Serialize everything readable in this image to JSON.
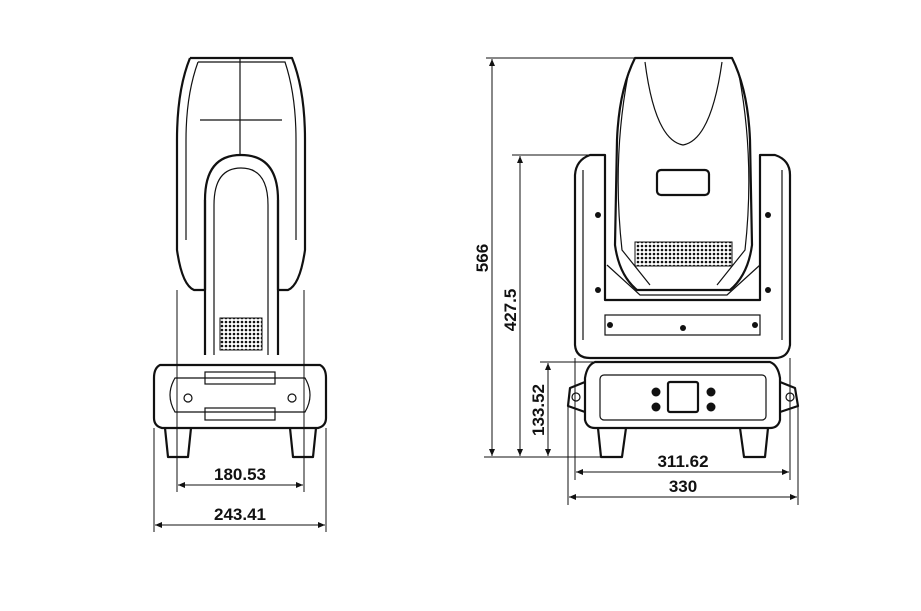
{
  "side_view": {
    "dimensions": {
      "inner_width": "180.53",
      "overall_width": "243.41"
    }
  },
  "front_view": {
    "dimensions": {
      "total_height": "566",
      "tilt_axis_height": "427.5",
      "base_height": "133.52",
      "base_width": "311.62",
      "overall_width": "330"
    }
  }
}
